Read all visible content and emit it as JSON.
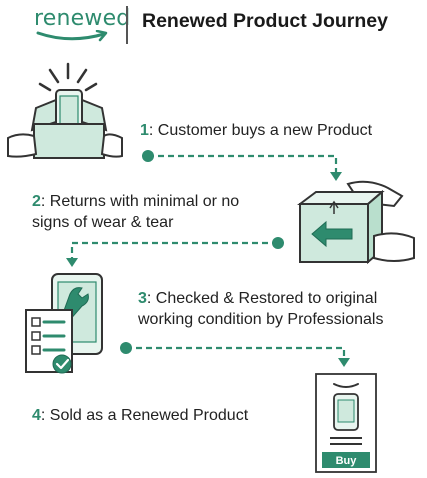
{
  "header": {
    "logo_text": "renewed",
    "title": "Renewed Product Journey"
  },
  "steps": [
    {
      "number": "1",
      "line1": ": Customer buys a new Product",
      "line2": ""
    },
    {
      "number": "2",
      "line1": ": Returns with minimal or no",
      "line2": "signs of wear & tear"
    },
    {
      "number": "3",
      "line1": ":  Checked & Restored to original",
      "line2": "working condition by Professionals"
    },
    {
      "number": "4",
      "line1": ": Sold as a Renewed Product",
      "line2": ""
    }
  ],
  "buy_button": {
    "label": "Buy"
  },
  "colors": {
    "brand": "#2e8b6e",
    "icon_fill": "#cfe9dd",
    "icon_stroke": "#2e8b6e",
    "text": "#222222"
  },
  "icons": [
    "smile-arrow-icon",
    "open-box-phone-icon",
    "return-box-icon",
    "checklist-wrench-icon",
    "phone-listing-icon"
  ]
}
